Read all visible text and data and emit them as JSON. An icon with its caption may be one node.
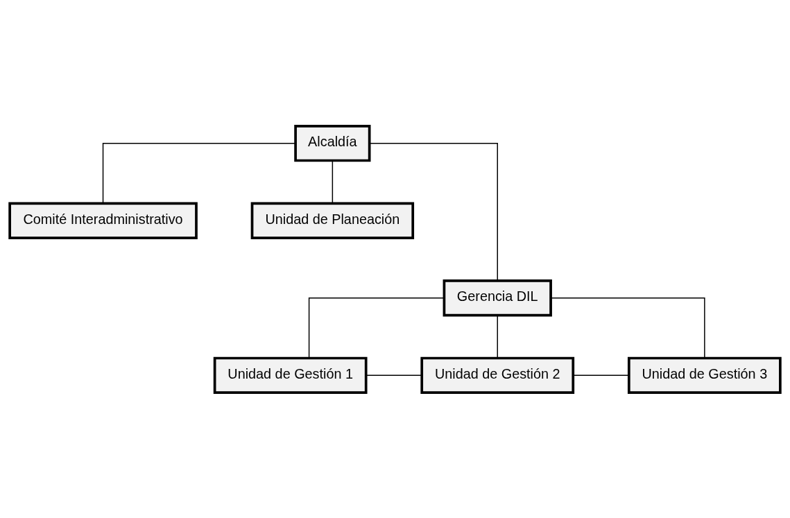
{
  "diagram": {
    "nodes": [
      {
        "text": [
          "Alcaldía"
        ]
      },
      {
        "text": [
          "Comité Interadministrativo"
        ]
      },
      {
        "text": [
          "Unidad de Planeación"
        ]
      },
      {
        "text": [
          "Gerencia DIL"
        ]
      },
      {
        "text": [
          "Unidad de Gestión 1"
        ]
      },
      {
        "text": [
          "Unidad de Gestión 2"
        ]
      },
      {
        "text": [
          "Unidad de Gestión 3"
        ]
      }
    ],
    "edges": [
      {
        "from": 0,
        "to": 1,
        "arrow": "none"
      },
      {
        "from": 0,
        "to": 2,
        "arrow": "none"
      },
      {
        "from": 0,
        "to": 3,
        "arrow": "none"
      },
      {
        "from": 3,
        "to": 4,
        "arrow": "none"
      },
      {
        "from": 3,
        "to": 5,
        "arrow": "none"
      },
      {
        "from": 3,
        "to": 6,
        "arrow": "none"
      },
      {
        "from": 4,
        "to": 5,
        "arrow": "none"
      },
      {
        "from": 5,
        "to": 6,
        "arrow": "none"
      }
    ]
  }
}
